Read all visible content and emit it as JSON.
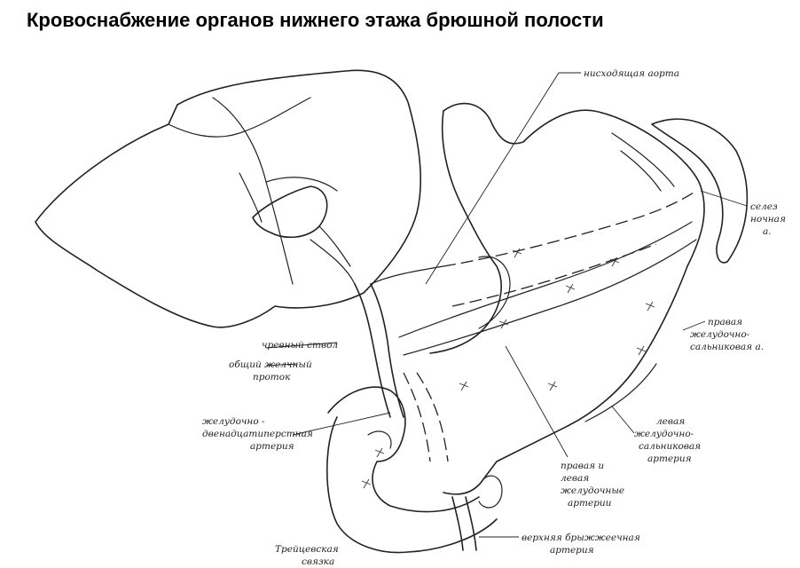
{
  "title": "Кровоснабжение органов нижнего этажа брюшной полости",
  "labels": {
    "descending_aorta": "нисходящая аорта",
    "splenic_line1": "селез",
    "splenic_line2": "ночная",
    "splenic_line3": "а.",
    "right_go_line1": "правая",
    "right_go_line2": "желудочно-",
    "right_go_line3": "сальниковая а.",
    "celiac_trunk": "чревный ствол",
    "common_bile_duct_line1": "общий желчный",
    "common_bile_duct_line2": "проток",
    "gastroduodenal_line1": "желудочно -",
    "gastroduodenal_line2": "двенадцатиперстная",
    "gastroduodenal_line3": "артерия",
    "left_go_line1": "левая",
    "left_go_line2": "желудочно-",
    "left_go_line3": "сальниковая",
    "left_go_line4": "артерия",
    "gastric_line1": "правая и",
    "gastric_line2": "левая",
    "gastric_line3": "желудочные",
    "gastric_line4": "артерии",
    "sma_line1": "верхняя брыжжеечная",
    "sma_line2": "артерия",
    "treitz_line1": "Трейцевская",
    "treitz_line2": "связка"
  }
}
